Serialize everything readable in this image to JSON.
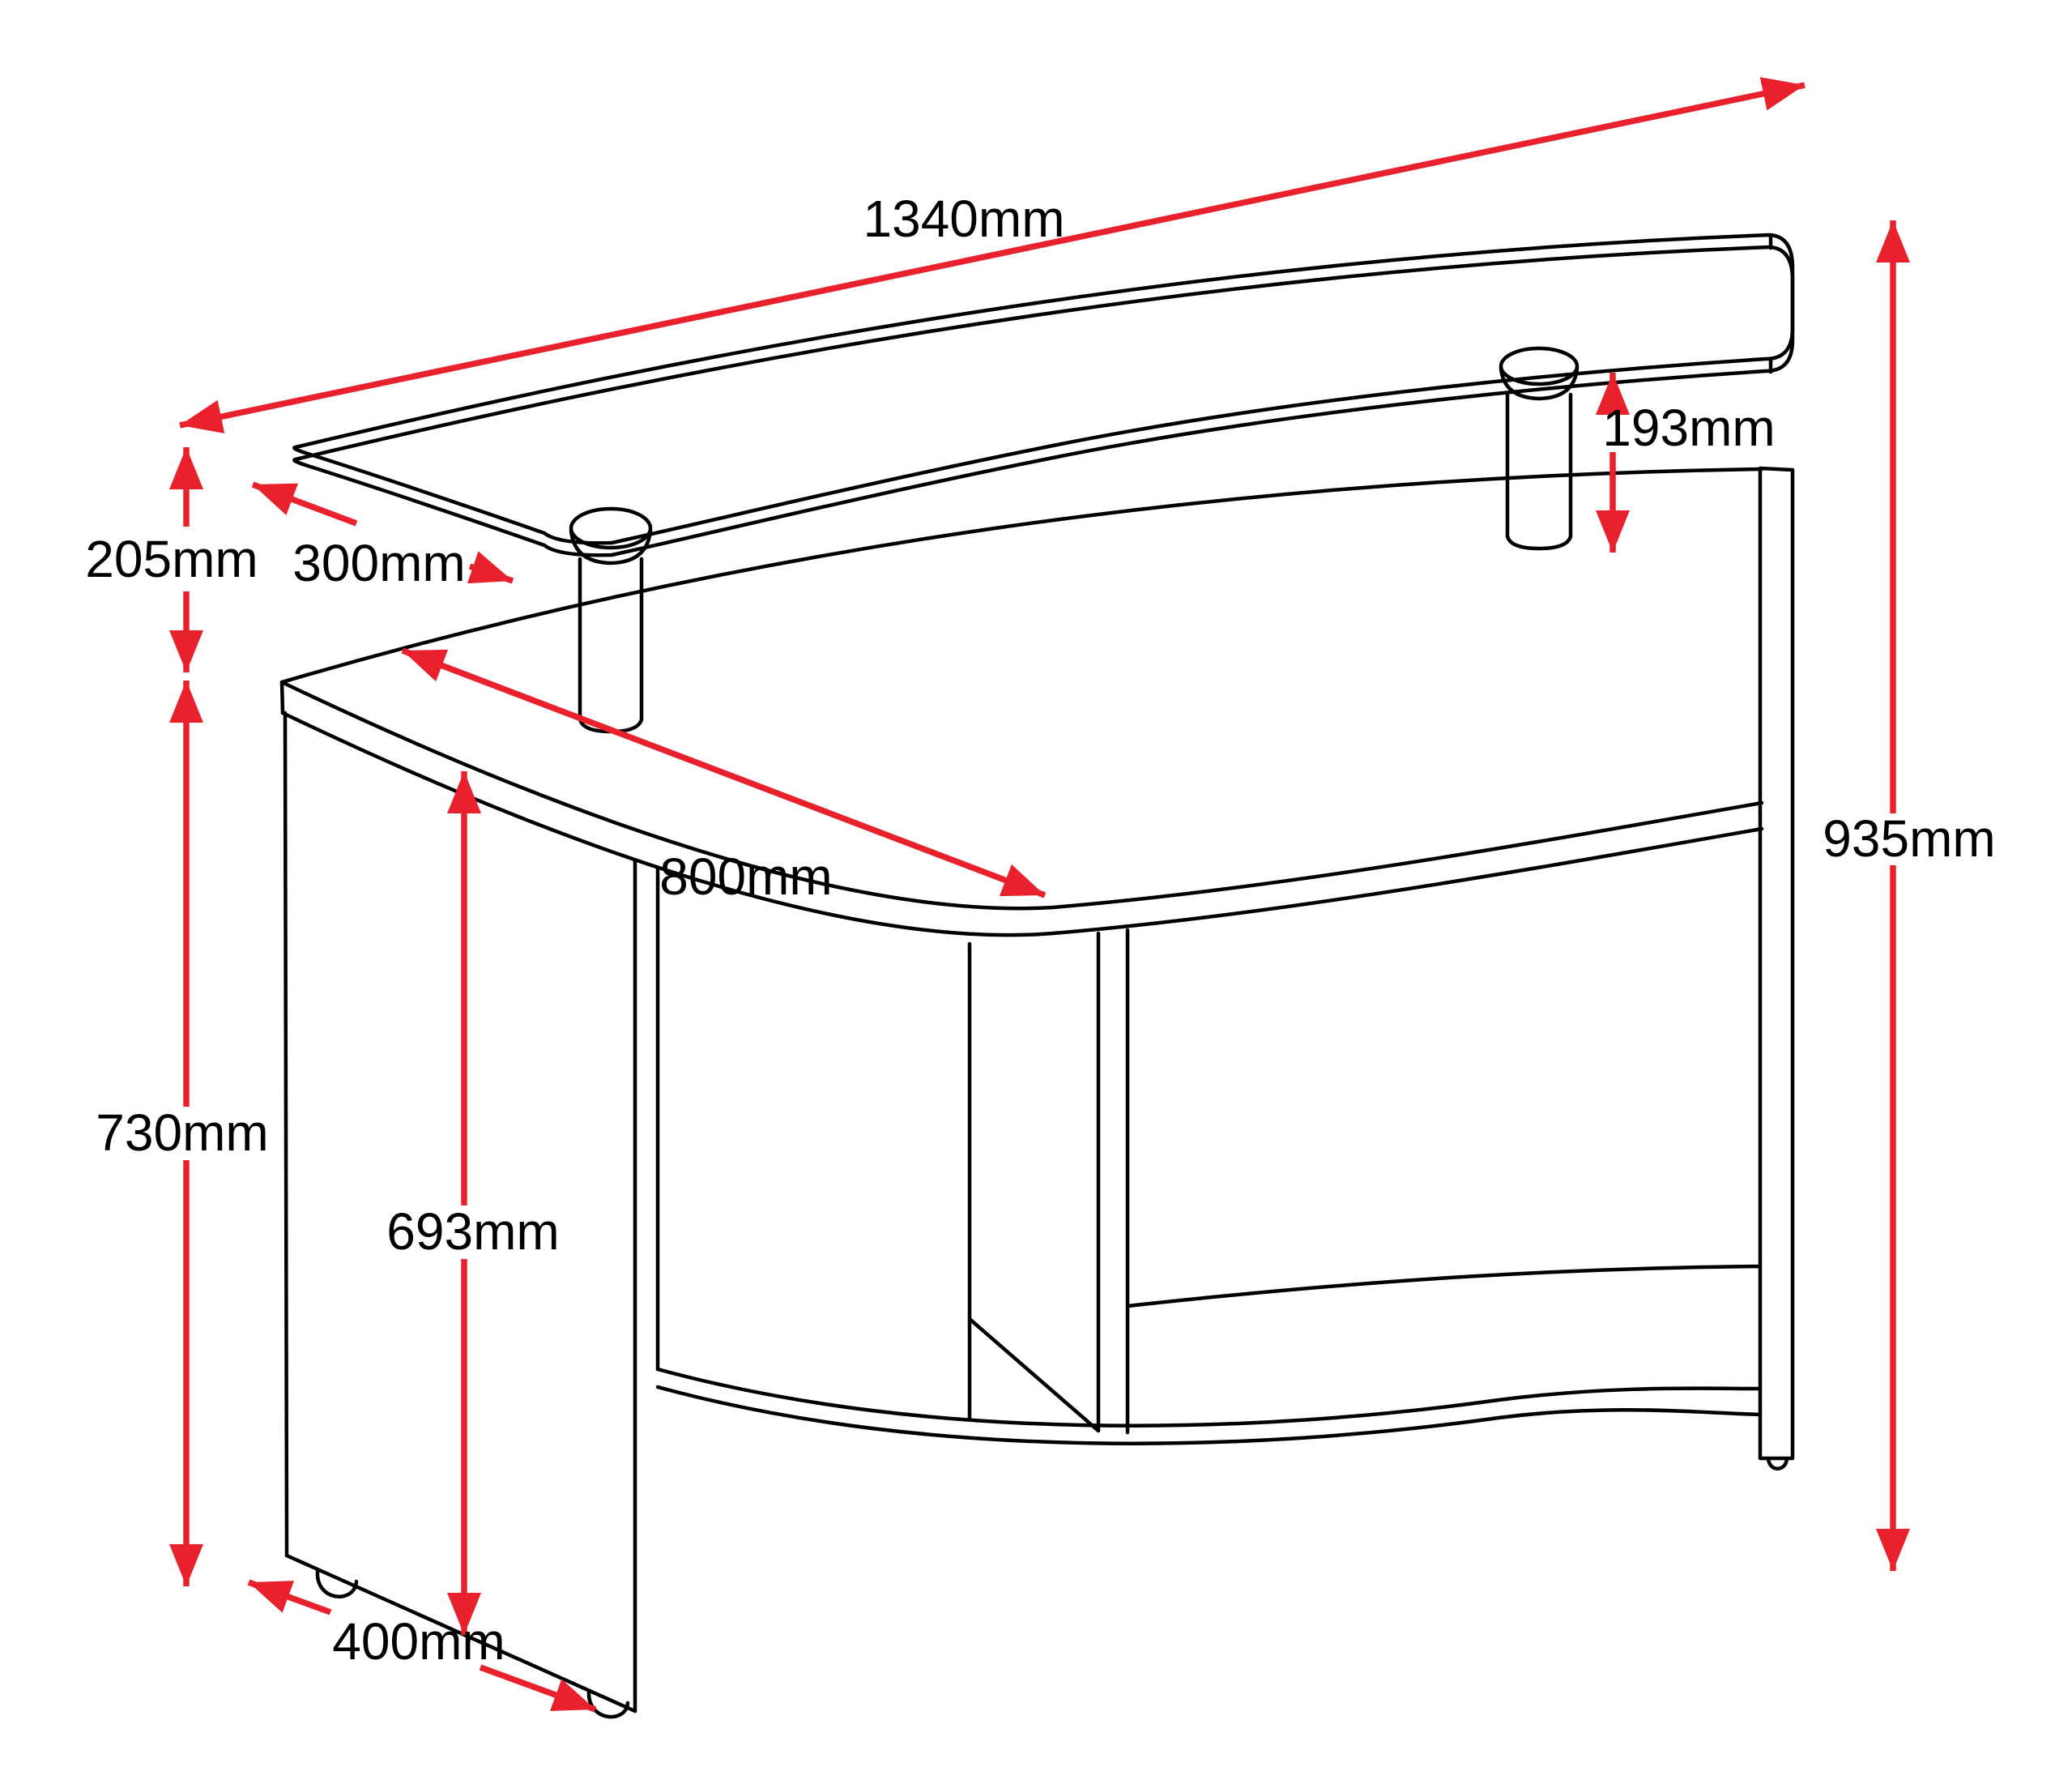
{
  "drawing": {
    "background_color": "#ffffff",
    "outline_color": "#000000",
    "dimension_color": "#e8212c",
    "labels": {
      "glass_length": "1340mm",
      "glass_gap_height": "205mm",
      "glass_depth": "300mm",
      "post_height": "193mm",
      "worktop_depth": "800mm",
      "overall_height": "935mm",
      "worktop_height": "730mm",
      "interior_height": "693mm",
      "side_depth": "400mm"
    }
  }
}
